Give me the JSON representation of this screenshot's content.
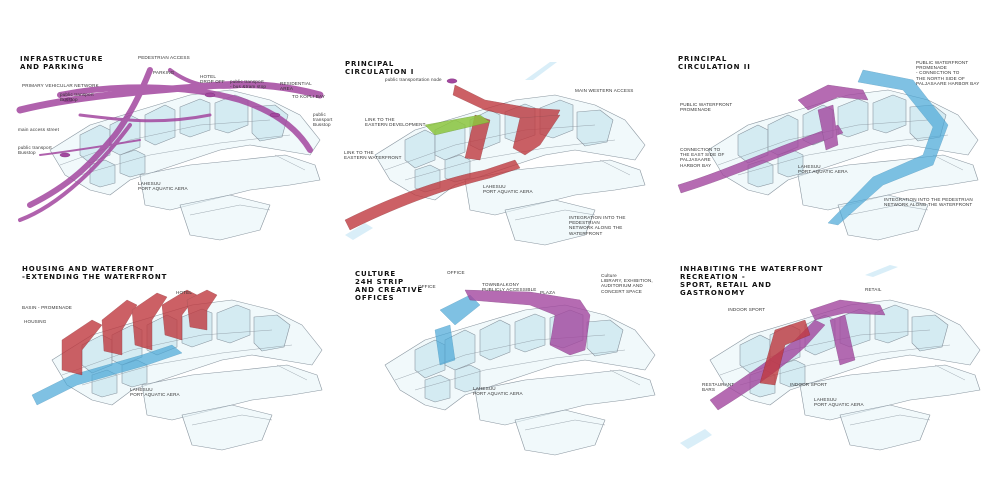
{
  "colors": {
    "outline": "#8a96a0",
    "ice": "#c7e6ee",
    "ice_light": "#e6f4f8",
    "magenta": "#a3479f",
    "red": "#c0393f",
    "green": "#8dc63f",
    "blue": "#4aa8d8",
    "sky": "#d9eef8"
  },
  "panels": [
    {
      "title": "INFRASTRUCTURE\nAND PARKING",
      "labels": [
        "PEDESTRIAN ACCESS",
        "PARKING",
        "HOTEL\nDROP OFF",
        "public transport\n- bus &tram stop",
        "RESIDENTIAL\nAREA",
        "PRIMARY VEHICULAR NETWORK",
        "public transport\nBusstop",
        "TO KOPLI BAY",
        "public transport\nBusstop",
        "main access street",
        "public transport\nBusstop",
        "LAHESUU\nPORT AQUATIC AERA"
      ]
    },
    {
      "title": "PRINCIPAL\nCIRCULATION I",
      "labels": [
        "public transportation node",
        "MAIN WESTERN ACCESS",
        "LINK TO THE\nEASTERN DEVELOPMENT",
        "LINK TO THE\nEASTERN WATERFRONT",
        "LAHESUU\nPORT AQUATIC AERA",
        "INTEGRATION INTO THE PEDESTRIAN\nNETWORK ALONG THE WATERFRONT"
      ]
    },
    {
      "title": "PRINCIPAL\nCIRCULATION II",
      "labels": [
        "PUBLIC WATERFRONT\nPROMENADE\n- CONNECTION TO\nTHE NORTH SIDE OF\nPALJASAARE HARBOR BAY",
        "PUBLIC WATERFRONT\nPROMENADE",
        "CONNECTION TO\nTHE EAST SIDE OF\nPALJASAARE\nHARBOR BAY",
        "LAHESUU\nPORT AQUATIC AERA",
        "INTEGRATION INTO THE PEDESTRIAN\nNETWORK ALONG THE WATERFRONT"
      ]
    },
    {
      "title": "HOUSING AND WATERFRONT\n-EXTENDING THE WATERFRONT",
      "labels": [
        "HOTEL",
        "BASIN - PROMENADE",
        "HOUSING",
        "LAHESUU\nPORT AQUATIC AERA"
      ]
    },
    {
      "title": "CULTURE\n24H STRIP\nAND CREATIVE\nOFFICES",
      "labels": [
        "OFFICE",
        "OFFICE",
        "TOWNBALKONY\nPUBLICLY ACCESSIBLE",
        "PLAZA",
        "Culture\nLIBRARY, EXHIBITION,\nAUDITORIUM AND\nCONCERT SPACE",
        "LAHESUU\nPORT AQUATIC AERA"
      ]
    },
    {
      "title": "INHABITING THE WATERFRONT\nRECREATION -\nSPORT, RETAIL AND\nGASTRONOMY",
      "labels": [
        "RETAIL",
        "INDOOR SPORT",
        "INDOOR SPORT",
        "RESTAURANT\nBARS",
        "LAHESUU\nPORT AQUATIC AERA"
      ]
    }
  ]
}
